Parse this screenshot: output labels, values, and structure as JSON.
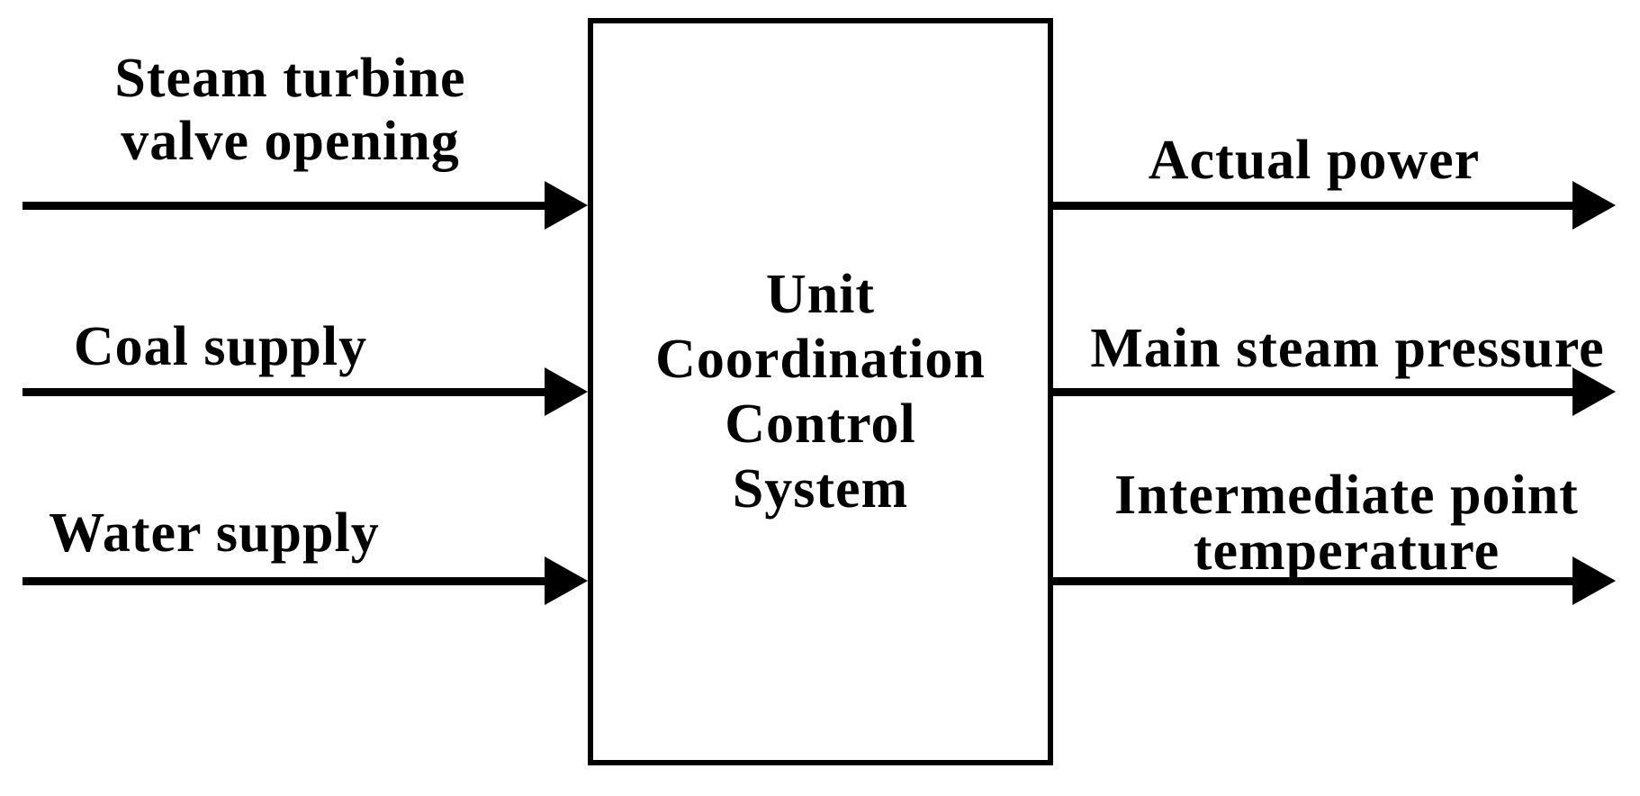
{
  "diagram": {
    "type": "block-diagram",
    "colors": {
      "foreground": "#000000",
      "background": "#ffffff"
    },
    "block": {
      "title_lines": [
        "Unit",
        "Coordination",
        "Control",
        "System"
      ]
    },
    "inputs": [
      {
        "label_lines": [
          "Steam turbine",
          "valve opening"
        ],
        "direction": "into-block"
      },
      {
        "label_lines": [
          "Coal supply"
        ],
        "direction": "into-block"
      },
      {
        "label_lines": [
          "Water supply"
        ],
        "direction": "into-block"
      }
    ],
    "outputs": [
      {
        "label_lines": [
          "Actual power"
        ],
        "direction": "out-of-block"
      },
      {
        "label_lines": [
          "Main steam pressure"
        ],
        "direction": "out-of-block"
      },
      {
        "label_lines": [
          "Intermediate point",
          "temperature"
        ],
        "direction": "out-of-block"
      }
    ]
  }
}
